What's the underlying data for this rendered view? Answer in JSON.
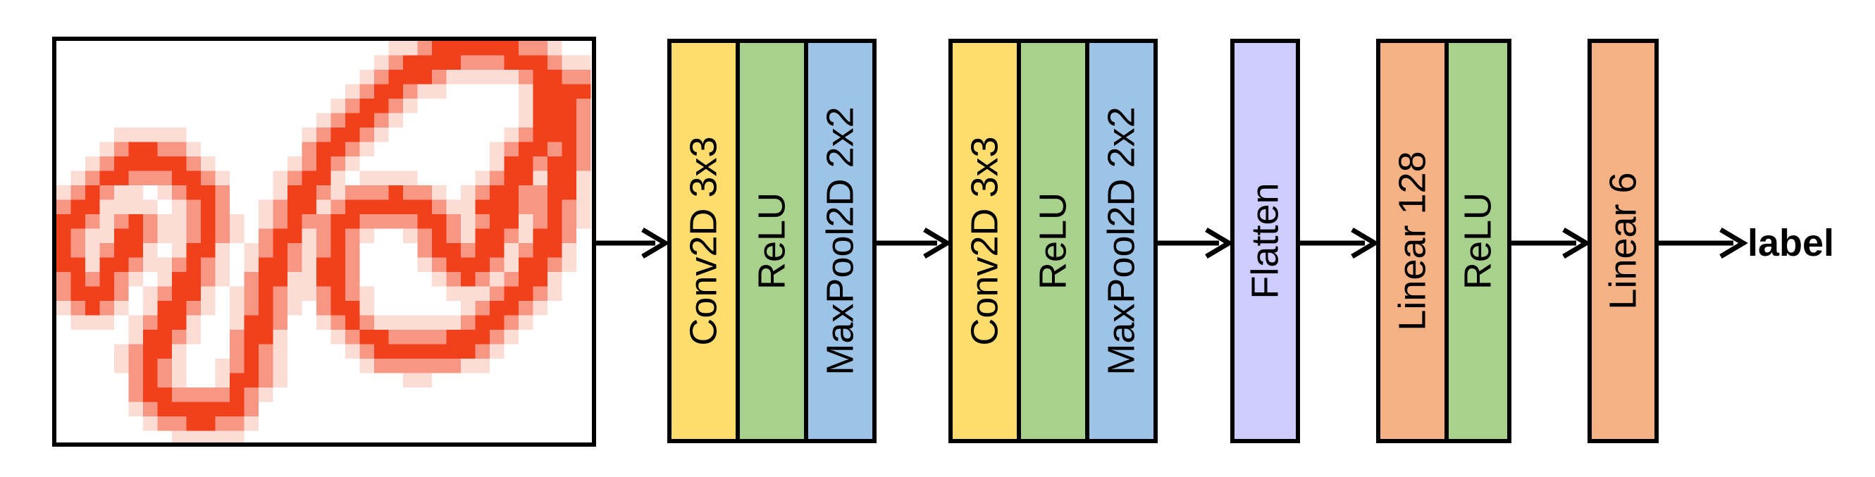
{
  "input": {
    "pixel_color": "#f0401c",
    "frame_color": "#000000"
  },
  "blocks": [
    {
      "layers": [
        {
          "label": "Conv2D 3x3",
          "color": "#ffdc6e"
        },
        {
          "label": "ReLU",
          "color": "#a9d18e"
        },
        {
          "label": "MaxPool2D 2x2",
          "color": "#9dc3e6"
        }
      ]
    },
    {
      "layers": [
        {
          "label": "Conv2D 3x3",
          "color": "#ffdc6e"
        },
        {
          "label": "ReLU",
          "color": "#a9d18e"
        },
        {
          "label": "MaxPool2D 2x2",
          "color": "#9dc3e6"
        }
      ]
    },
    {
      "layers": [
        {
          "label": "Flatten",
          "color": "#ccccff"
        }
      ]
    },
    {
      "layers": [
        {
          "label": "Linear 128",
          "color": "#f4b183"
        },
        {
          "label": "ReLU",
          "color": "#a9d18e"
        }
      ]
    },
    {
      "layers": [
        {
          "label": "Linear 6",
          "color": "#f4b183"
        }
      ]
    }
  ],
  "output": {
    "label": "label"
  }
}
